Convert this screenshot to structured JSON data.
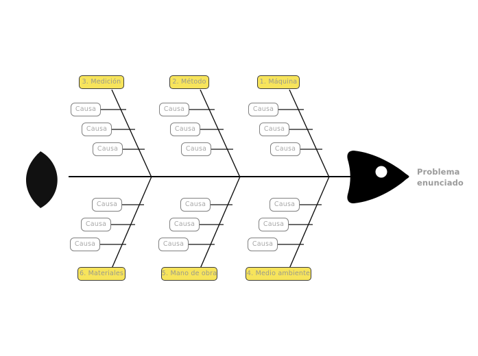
{
  "diagram": {
    "type": "fishbone-ishikawa",
    "background": "#ffffff",
    "spine_color": "#000000",
    "bone_color": "#111111",
    "category_fill": "#F7E45B",
    "category_border": "#3b3b3b",
    "category_text_color": "#9a9a8c",
    "cause_border": "#808080",
    "cause_text_color": "#a8a8a8",
    "problem_text_color": "#9b9b9b"
  },
  "head": {
    "label": "Problema\nenunciado",
    "fill": "#000000",
    "eye_fill": "#ffffff"
  },
  "tail": {
    "fill": "#111111"
  },
  "cause_label": "Causa",
  "categories": [
    {
      "id": "medicion",
      "label": "3. Medición",
      "side": "top",
      "causes": [
        "Causa",
        "Causa",
        "Causa"
      ]
    },
    {
      "id": "metodo",
      "label": "2. Método",
      "side": "top",
      "causes": [
        "Causa",
        "Causa",
        "Causa"
      ]
    },
    {
      "id": "maquina",
      "label": "1. Máquina",
      "side": "top",
      "causes": [
        "Causa",
        "Causa",
        "Causa"
      ]
    },
    {
      "id": "materiales",
      "label": "6. Materiales",
      "side": "bottom",
      "causes": [
        "Causa",
        "Causa",
        "Causa"
      ]
    },
    {
      "id": "mano-de-obra",
      "label": "5. Mano de obra",
      "side": "bottom",
      "causes": [
        "Causa",
        "Causa",
        "Causa"
      ]
    },
    {
      "id": "medio-ambiente",
      "label": "4. Medio ambiente",
      "side": "bottom",
      "causes": [
        "Causa",
        "Causa",
        "Causa"
      ]
    }
  ]
}
